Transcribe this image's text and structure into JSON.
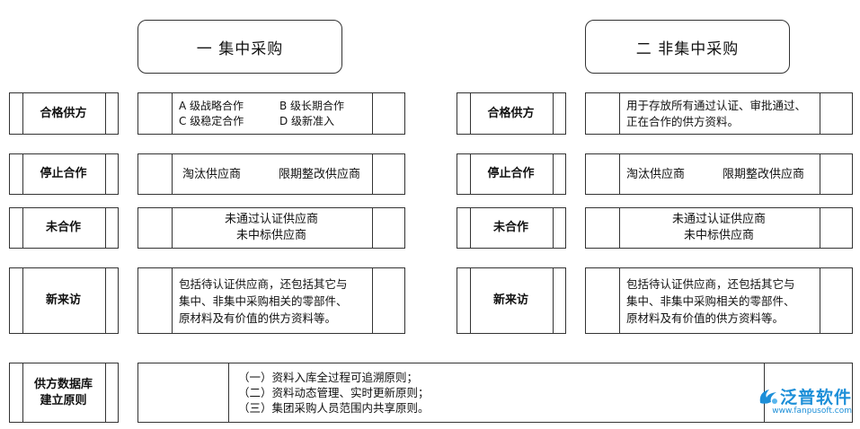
{
  "headers": {
    "left": "一  集中采购",
    "right": "二  非集中采购"
  },
  "labels": {
    "qualified": "合格供方",
    "stopped": "停止合作",
    "not_cooperated": "未合作",
    "new_visit": "新来访",
    "principles_line1": "供方数据库",
    "principles_line2": "建立原则"
  },
  "left": {
    "qualified": {
      "a": "A 级战略合作",
      "b": "B 级长期合作",
      "c": "C 级稳定合作",
      "d": "D 级新准入"
    },
    "stopped": {
      "eliminated": "淘汰供应商",
      "rectify": "限期整改供应商"
    },
    "not_cooperated": {
      "line1": "未通过认证供应商",
      "line2": "未中标供应商"
    },
    "new_visit": {
      "line1": "包括待认证供应商，还包括其它与",
      "line2": "集中、非集中采购相关的零部件、",
      "line3": "原材料及有价值的供方资料等。"
    }
  },
  "right": {
    "qualified": {
      "line1": "用于存放所有通过认证、审批通过、",
      "line2": "正在合作的供方资料。"
    },
    "stopped": {
      "eliminated": "淘汰供应商",
      "rectify": "限期整改供应商"
    },
    "not_cooperated": {
      "line1": "未通过认证供应商",
      "line2": "未中标供应商"
    },
    "new_visit": {
      "line1": "包括待认证供应商，还包括其它与",
      "line2": "集中、非集中采购相关的零部件、",
      "line3": "原材料及有价值的供方资料等。"
    }
  },
  "principles": {
    "p1": "（一）资料入库全过程可追溯原则；",
    "p2": "（二）资料动态管理、实时更新原则；",
    "p3": "（三）集团采购人员范围内共享原则。"
  },
  "logo": {
    "name": "泛普软件",
    "url": "www.fanpusoft.com",
    "color": "#1d8fd8"
  }
}
